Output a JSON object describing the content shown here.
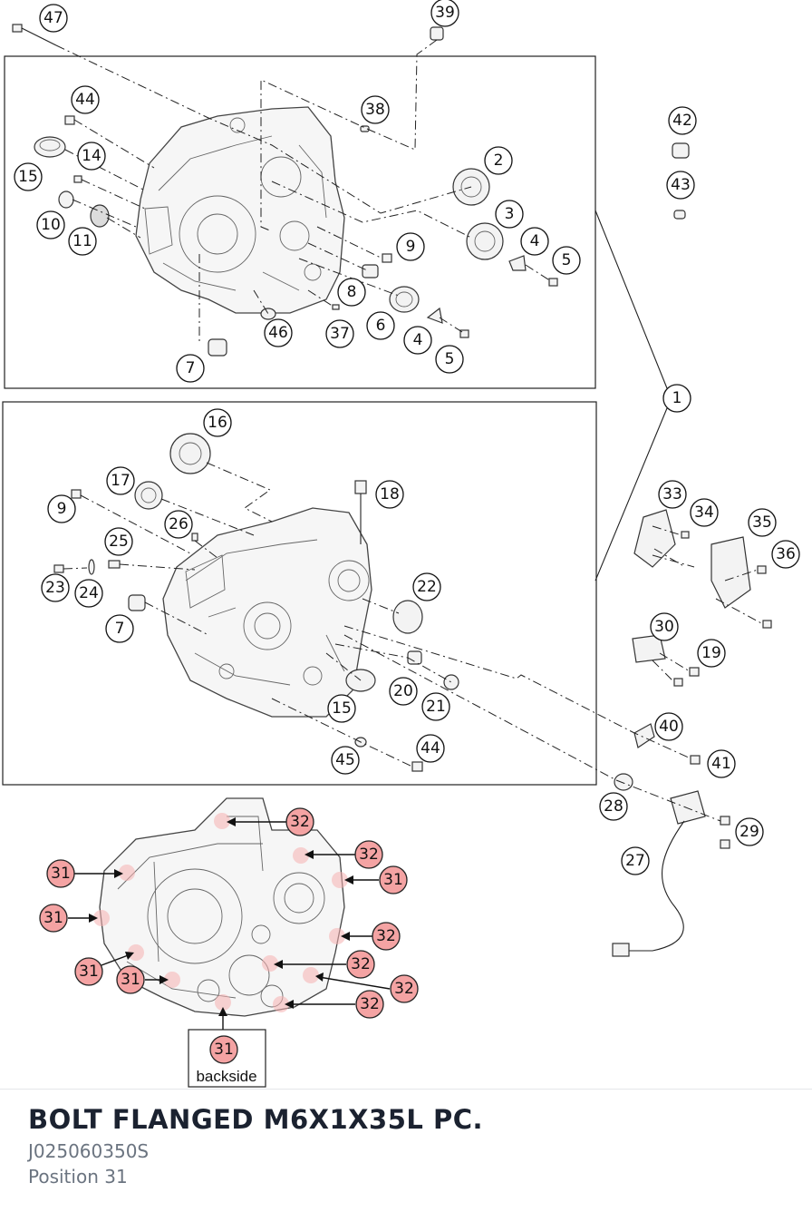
{
  "part": {
    "title": "BOLT FLANGED M6X1X35L PC.",
    "number": "J025060350S",
    "position_label": "Position 31"
  },
  "diagram": {
    "highlight_color": "#f4a3a3",
    "backside_label": "backside",
    "callouts": {
      "c47": "47",
      "c39": "39",
      "c44a": "44",
      "c38": "38",
      "c42": "42",
      "c43": "43",
      "c15a": "15",
      "c14": "14",
      "c2": "2",
      "c3": "3",
      "c4a": "4",
      "c5a": "5",
      "c10": "10",
      "c11": "11",
      "c9a": "9",
      "c8": "8",
      "c6": "6",
      "c46": "46",
      "c37": "37",
      "c4b": "4",
      "c5b": "5",
      "c7a": "7",
      "c1": "1",
      "c16": "16",
      "c17": "17",
      "c18": "18",
      "c9b": "9",
      "c26": "26",
      "c25": "25",
      "c23": "23",
      "c24": "24",
      "c22": "22",
      "c7b": "7",
      "c20": "20",
      "c21": "21",
      "c15b": "15",
      "c45": "45",
      "c44b": "44",
      "c33": "33",
      "c34": "34",
      "c35": "35",
      "c36": "36",
      "c30": "30",
      "c19": "19",
      "c40": "40",
      "c41": "41",
      "c28": "28",
      "c29": "29",
      "c27": "27"
    },
    "bolt_callouts": {
      "b31_1": "31",
      "b31_2": "31",
      "b31_3": "31",
      "b31_4": "31",
      "b31_5": "31",
      "b31_back": "31",
      "b32_1": "32",
      "b32_2": "32",
      "b32_3": "32",
      "b32_4": "32",
      "b32_5": "32",
      "b32_6": "32"
    }
  }
}
